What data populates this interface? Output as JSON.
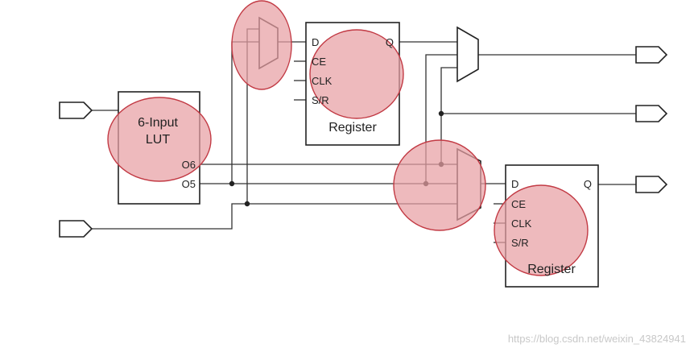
{
  "diagram": {
    "lut": {
      "title_line1": "6-Input",
      "title_line2": "LUT",
      "out_o6": "O6",
      "out_o5": "O5"
    },
    "register_top": {
      "d": "D",
      "q": "Q",
      "ce": "CE",
      "clk": "CLK",
      "sr": "S/R",
      "name": "Register"
    },
    "register_bottom": {
      "d": "D",
      "q": "Q",
      "ce": "CE",
      "clk": "CLK",
      "sr": "S/R",
      "name": "Register"
    }
  },
  "watermark": "https://blog.csdn.net/weixin_43824941",
  "colors": {
    "highlight_fill": "#e8a0a4",
    "highlight_stroke": "#c23a44",
    "line": "#333333"
  }
}
